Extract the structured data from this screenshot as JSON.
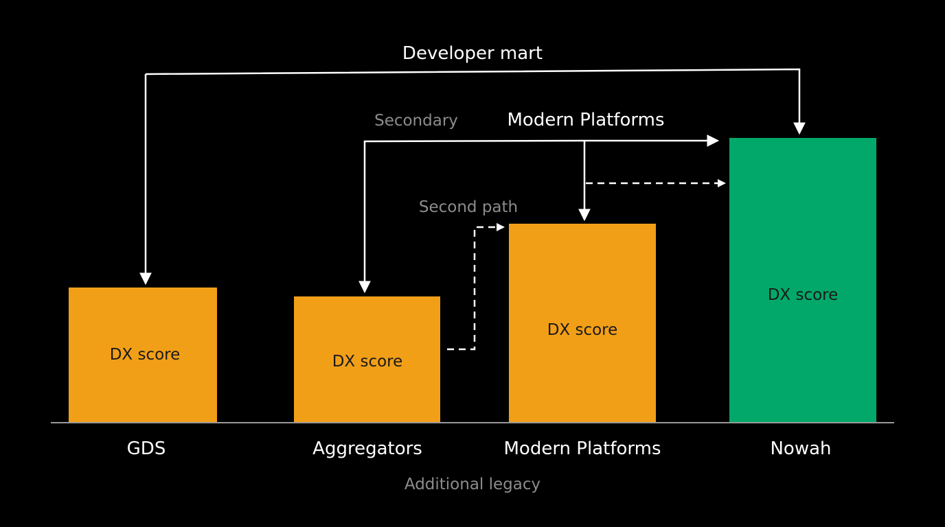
{
  "diagram": {
    "top_arrow_label": "Developer mart",
    "secondary_label": "Secondary",
    "modern_arrow_label": "Modern Platforms",
    "second_path_label": "Second path",
    "footer_caption": "Additional legacy",
    "bar_text": "DX score",
    "bars": [
      {
        "id": "gds",
        "category": "GDS",
        "inner_label": "DX score",
        "color": "#F29F18"
      },
      {
        "id": "aggregators",
        "category": "Aggregators",
        "inner_label": "DX score",
        "color": "#F29F18"
      },
      {
        "id": "modern",
        "category": "Modern Platforms",
        "inner_label": "DX score",
        "color": "#F29F18"
      },
      {
        "id": "nowah",
        "category": "Nowah",
        "inner_label": "DX score",
        "color": "#02A86A"
      }
    ],
    "colors": {
      "background": "#000000",
      "arrow": "#ffffff",
      "muted_text": "#8c8c8c",
      "baseline": "#cccccc"
    }
  }
}
